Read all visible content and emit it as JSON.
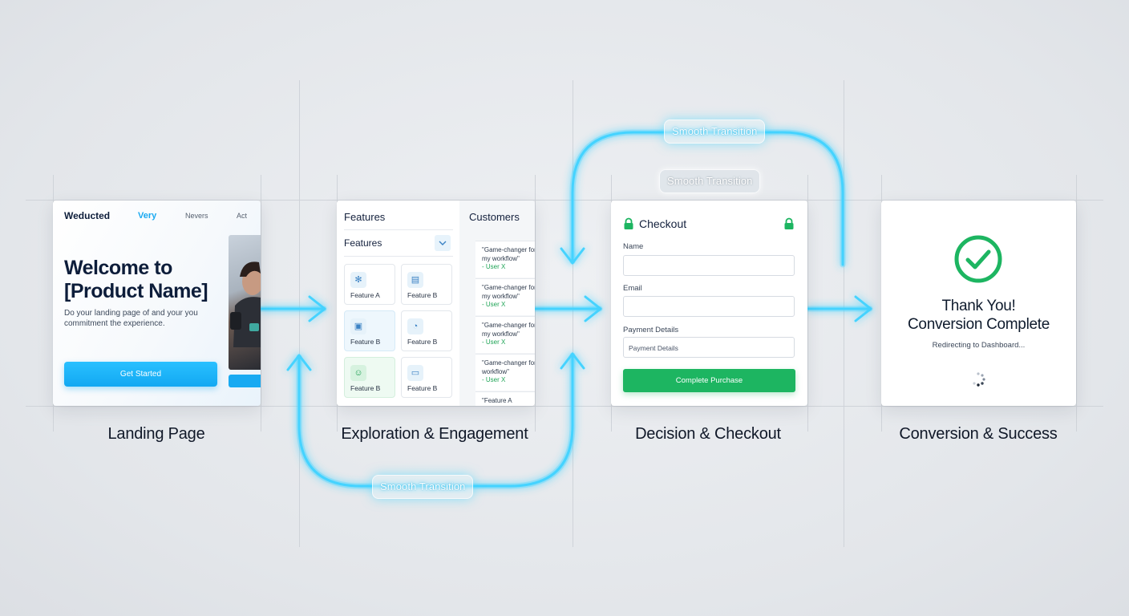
{
  "colors": {
    "accent": "#2ec9ff",
    "success": "#1db561",
    "background": "#e3e6ea",
    "text": "#101828"
  },
  "stages": [
    {
      "label": "Landing Page"
    },
    {
      "label": "Exploration & Engagement"
    },
    {
      "label": "Decision & Checkout"
    },
    {
      "label": "Conversion & Success"
    }
  ],
  "transitions": {
    "top_outer": "Smooth Transition",
    "top_inner": "Smooth Transition",
    "bottom": "Smooth Transition"
  },
  "landing": {
    "brand": "Weducted",
    "nav": [
      "Very",
      "Nevers",
      "Act"
    ],
    "title_line1": "Welcome to",
    "title_line2": "[Product Name]",
    "subtitle": "Do your landing page of and your you commitment the experience.",
    "cta": "Get Started"
  },
  "exploration": {
    "header_features": "Features",
    "header_customers": "Customers",
    "dropdown_label": "Features",
    "features": [
      {
        "label": "Feature A",
        "icon": "sparkle-icon"
      },
      {
        "label": "Feature B",
        "icon": "layout-icon"
      },
      {
        "label": "Feature B",
        "icon": "document-icon"
      },
      {
        "label": "Feature B",
        "icon": "gauge-icon"
      },
      {
        "label": "Feature B",
        "icon": "user-icon"
      },
      {
        "label": "Feature B",
        "icon": "card-icon"
      }
    ],
    "testimonials": [
      {
        "line1": "\"Game-changer for",
        "line2": "my workflow\"",
        "user": "- User X"
      },
      {
        "line1": "\"Game-changer for",
        "line2": "my workflow\"",
        "user": "- User X"
      },
      {
        "line1": "\"Game-changer for",
        "line2": "my workflow\"",
        "user": "- User X"
      },
      {
        "line1": "\"Game-changer for",
        "line2": "workflow\"",
        "user": "- User X"
      },
      {
        "line1": "\"Feature A",
        "line2": "",
        "user": ""
      }
    ]
  },
  "checkout": {
    "title": "Checkout",
    "name_label": "Name",
    "email_label": "Email",
    "payment_label": "Payment Details",
    "payment_placeholder": "Payment Details",
    "button": "Complete Purchase"
  },
  "success": {
    "title_line1": "Thank You!",
    "title_line2": "Conversion Complete",
    "redirect": "Redirecting to Dashboard..."
  }
}
